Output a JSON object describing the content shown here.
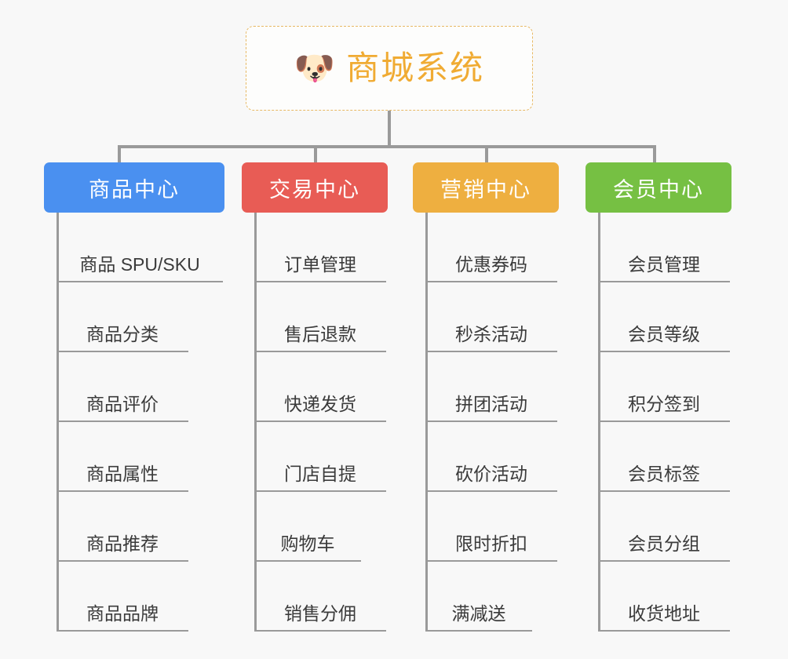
{
  "root": {
    "icon": "shiba-dog-face",
    "icon_glyph": "🐶",
    "title": "商城系统",
    "accent_color": "#f0ab33",
    "border_color": "#e8b964"
  },
  "canvas": {
    "background_color": "#f8f8f8",
    "connector_color": "#9a9a9a"
  },
  "categories": [
    {
      "label": "商品中心",
      "color": "#4a90f0",
      "items": [
        "商品 SPU/SKU",
        "商品分类",
        "商品评价",
        "商品属性",
        "商品推荐",
        "商品品牌"
      ]
    },
    {
      "label": "交易中心",
      "color": "#e85c55",
      "items": [
        "订单管理",
        "售后退款",
        "快递发货",
        "门店自提",
        "购物车",
        "销售分佣"
      ]
    },
    {
      "label": "营销中心",
      "color": "#eeaf40",
      "items": [
        "优惠券码",
        "秒杀活动",
        "拼团活动",
        "砍价活动",
        "限时折扣",
        "满减送"
      ]
    },
    {
      "label": "会员中心",
      "color": "#76c043",
      "items": [
        "会员管理",
        "会员等级",
        "积分签到",
        "会员标签",
        "会员分组",
        "收货地址"
      ]
    }
  ]
}
